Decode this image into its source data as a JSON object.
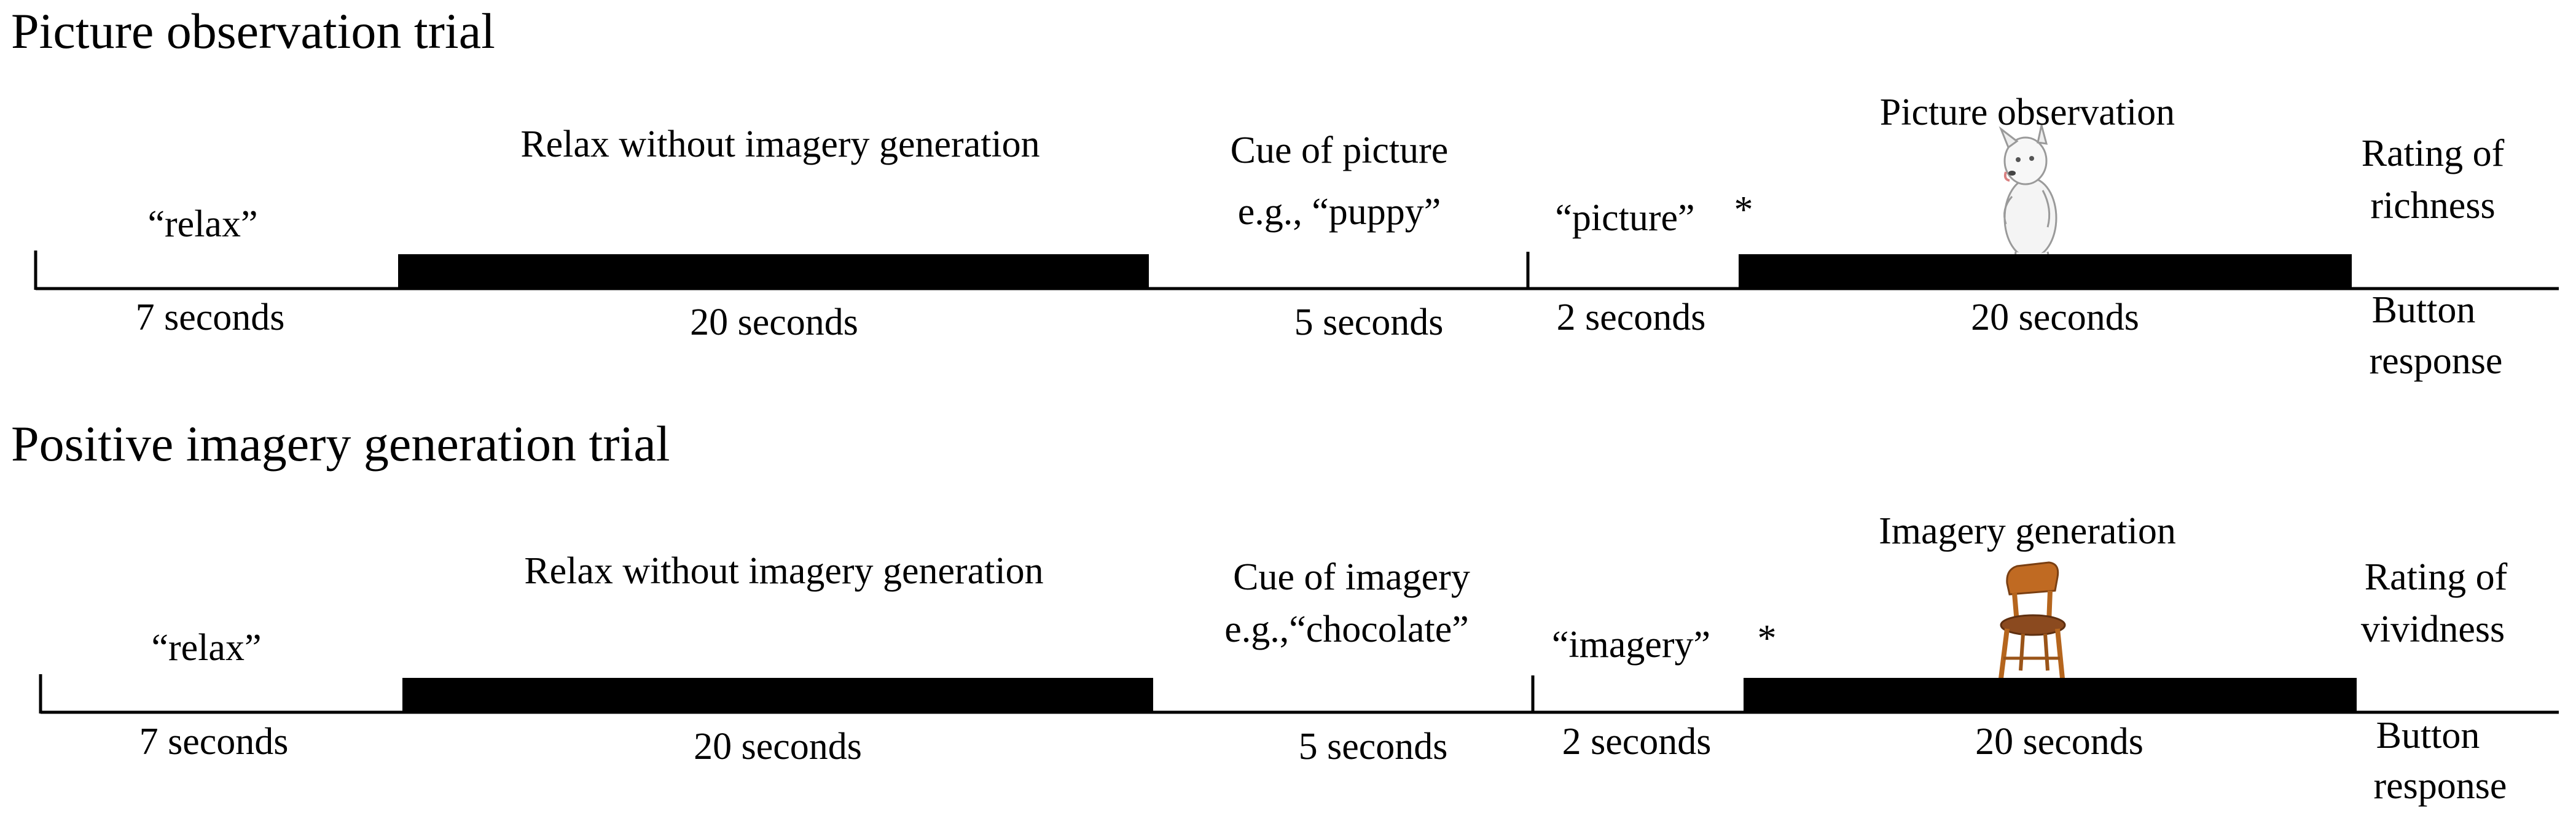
{
  "trials": [
    {
      "title": "Picture observation trial",
      "word_cue": "“relax”",
      "relax_label": "Relax without imagery generation",
      "cue_line1": "Cue of picture",
      "cue_line2": "e.g., “puppy”",
      "type_cue": "“picture”",
      "asterisk": "*",
      "task_label": "Picture observation",
      "rating_line1": "Rating of",
      "rating_line2": "richness",
      "dur_1": "7 seconds",
      "dur_2": "20 seconds",
      "dur_3": "5 seconds",
      "dur_4": "2 seconds",
      "dur_5": "20 seconds",
      "button_line1": "Button",
      "button_line2": "response",
      "task_icon": "puppy-icon"
    },
    {
      "title": "Positive imagery generation trial",
      "word_cue": "“relax”",
      "relax_label": "Relax without imagery generation",
      "cue_line1": "Cue of imagery",
      "cue_line2": "e.g.,“chocolate”",
      "type_cue": "“imagery”",
      "asterisk": "*",
      "task_label": "Imagery generation",
      "rating_line1": "Rating of",
      "rating_line2": "vividness",
      "dur_1": "7 seconds",
      "dur_2": "20 seconds",
      "dur_3": "5 seconds",
      "dur_4": "2 seconds",
      "dur_5": "20 seconds",
      "button_line1": "Button",
      "button_line2": "response",
      "task_icon": "chair-icon"
    }
  ],
  "colors": {
    "line": "#000000",
    "bar": "#000000",
    "chair_wood": "#b5651d",
    "chair_seat": "#8b4a1f"
  }
}
